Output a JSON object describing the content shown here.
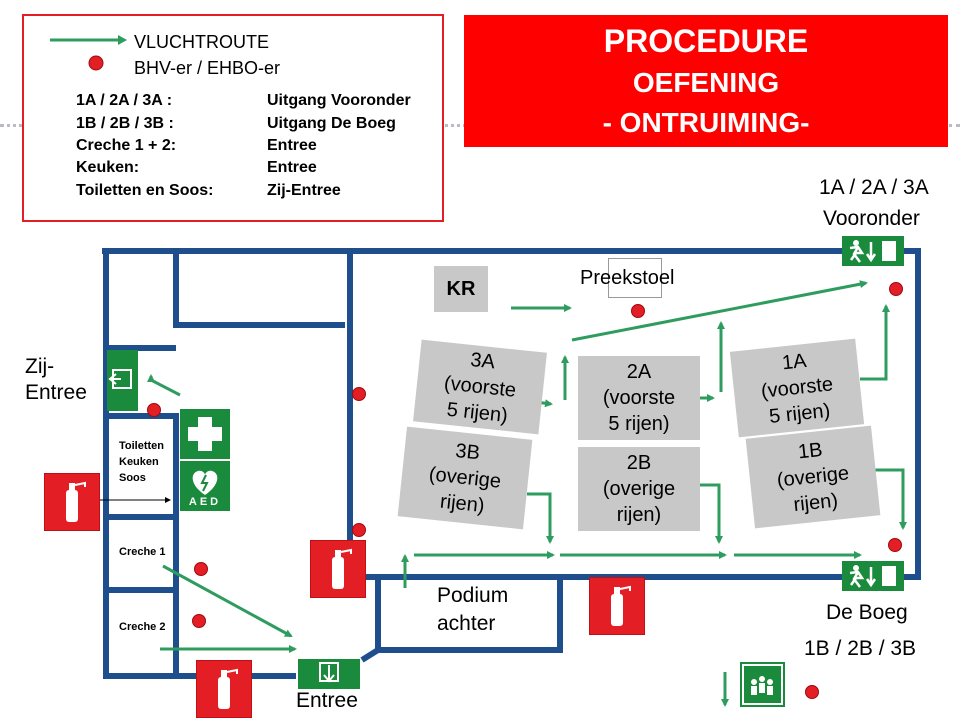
{
  "legend": {
    "route_label": "VLUCHTROUTE",
    "bhv_label": "BHV-er / EHBO-er",
    "rules": [
      {
        "who": "1A / 2A / 3A :",
        "exit": "Uitgang Vooronder"
      },
      {
        "who": "1B / 2B / 3B :",
        "exit": "Uitgang De Boeg"
      },
      {
        "who": "Creche 1 + 2:",
        "exit": "Entree"
      },
      {
        "who": "Keuken:",
        "exit": "Entree"
      },
      {
        "who": "Toiletten en Soos:",
        "exit": "Zij-Entree"
      }
    ]
  },
  "title": {
    "line1": "PROCEDURE",
    "line2": "OEFENING",
    "line3": "- ONTRUIMING-"
  },
  "exits": {
    "vooronder_groups": "1A / 2A / 3A",
    "vooronder_name": "Vooronder",
    "boeg_name": "De Boeg",
    "boeg_groups": "1B / 2B / 3B",
    "zij_line1": "Zij-",
    "zij_line2": "Entree",
    "entree": "Entree"
  },
  "rooms": {
    "kr": "KR",
    "preekstoel": "Preekstoel",
    "podium_line1": "Podium",
    "podium_line2": "achter",
    "toiletten": "Toiletten",
    "keuken": "Keuken",
    "soos": "Soos",
    "creche1": "Creche 1",
    "creche2": "Creche 2",
    "aed": "AED"
  },
  "seats": {
    "s3a": "3A\n(voorste\n5 rijen)",
    "s3b": "3B\n(overige\nrijen)",
    "s2a": "2A\n(voorste\n5 rijen)",
    "s2b": "2B\n(overige\nrijen)",
    "s1a": "1A\n(voorste\n5 rijen)",
    "s1b": "1B\n(overige\nrijen)"
  },
  "colors": {
    "route_green": "#2e9c5e",
    "wall_blue": "#1f4e8c",
    "alert_red": "#ff0000",
    "sign_green": "#1a8a3c",
    "seat_grey": "#c8c8c8"
  },
  "icons": [
    "fire-extinguisher-icon",
    "first-aid-cross-icon",
    "aed-heart-icon",
    "emergency-exit-icon",
    "assembly-point-icon"
  ]
}
